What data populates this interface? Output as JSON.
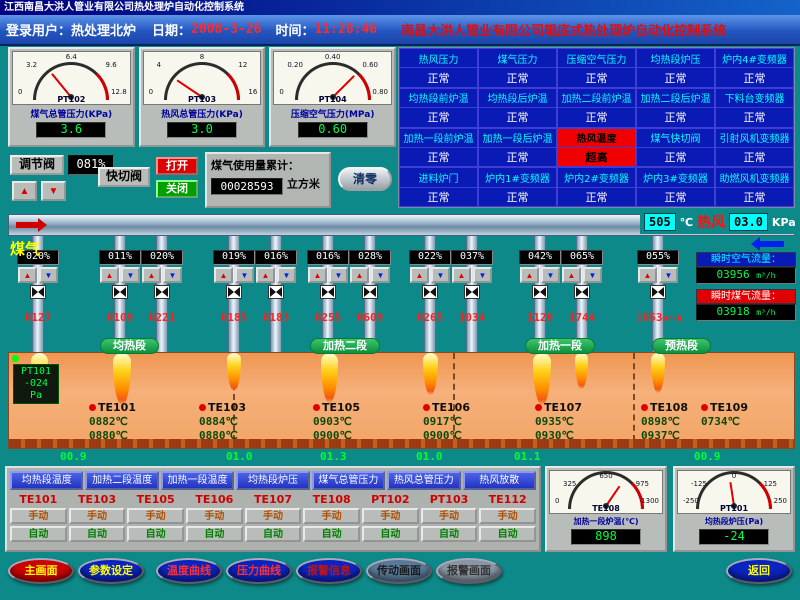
{
  "window": {
    "title": "江西南昌大洪人管业有限公司热处理炉自动化控制系统"
  },
  "header": {
    "login_label": "登录用户：",
    "login_value": "热处理北炉",
    "date_label": "日期：",
    "date_value": "2008-3-26",
    "time_label": "时间：",
    "time_value": "11:28:46",
    "marquee": "南昌大洪人管业有限公司辊底式热处理炉自动化控制系统"
  },
  "icons": {
    "up": "▲",
    "down": "▼"
  },
  "top_gauges": [
    {
      "id": "PT102",
      "label": "煤气总管压力(KPa)",
      "value": "3.6",
      "num": 3.6,
      "min": 0,
      "max": 12.8,
      "ticks": [
        "0",
        "3.2",
        "6.4",
        "9.6",
        "12.8"
      ]
    },
    {
      "id": "PT103",
      "label": "热风总管压力(KPa)",
      "value": "3.0",
      "num": 3.0,
      "min": 0,
      "max": 16,
      "ticks": [
        "0",
        "4",
        "8",
        "12",
        "16"
      ]
    },
    {
      "id": "PT104",
      "label": "压缩空气压力(MPa)",
      "value": "0.60",
      "num": 0.6,
      "min": 0,
      "max": 0.8,
      "ticks": [
        "0",
        "0.20",
        "0.40",
        "0.60",
        "0.80"
      ]
    }
  ],
  "status_cells": [
    {
      "label": "热风压力",
      "value": "正常"
    },
    {
      "label": "煤气压力",
      "value": "正常"
    },
    {
      "label": "压缩空气压力",
      "value": "正常"
    },
    {
      "label": "均热段炉压",
      "value": "正常"
    },
    {
      "label": "炉内4#变频器",
      "value": "正常"
    },
    {
      "label": "均热段前炉温",
      "value": "正常"
    },
    {
      "label": "均热段后炉温",
      "value": "正常"
    },
    {
      "label": "加热二段前炉温",
      "value": "正常"
    },
    {
      "label": "加热二段后炉温",
      "value": "正常"
    },
    {
      "label": "下料台变频器",
      "value": "正常"
    },
    {
      "label": "加热一段前炉温",
      "value": "正常"
    },
    {
      "label": "加热一段后炉温",
      "value": "正常"
    },
    {
      "label": "热风温度",
      "value": "超高",
      "alarm": true
    },
    {
      "label": "煤气快切阀",
      "value": "正常"
    },
    {
      "label": "引射风机变频器",
      "value": "正常"
    },
    {
      "label": "进料炉门",
      "value": "正常"
    },
    {
      "label": "炉内1#变频器",
      "value": "正常"
    },
    {
      "label": "炉内2#变频器",
      "value": "正常"
    },
    {
      "label": "炉内3#变频器",
      "value": "正常"
    },
    {
      "label": "助燃风机变频器",
      "value": "正常"
    }
  ],
  "controls": {
    "regulator_label": "调节阀",
    "regulator_value": "081%",
    "quick_valve_label": "快切阀",
    "open_label": "打开",
    "close_label": "关闭",
    "gas_total_label": "煤气使用量累计：",
    "gas_total_value": "00028593",
    "gas_total_unit": "立方米",
    "reset_label": "清零"
  },
  "hot_air": {
    "temp_value": "505",
    "temp_unit": "℃",
    "label": "热风",
    "pressure_value": "03.0",
    "pressure_unit": "KPa"
  },
  "gas_pipe_label": "煤气",
  "valves": [
    {
      "percent": "020%",
      "flow": "0127"
    },
    {
      "percent": "011%",
      "flow": "0109"
    },
    {
      "percent": "020%",
      "flow": "0221"
    },
    {
      "percent": "019%",
      "flow": "0185"
    },
    {
      "percent": "016%",
      "flow": "0183"
    },
    {
      "percent": "016%",
      "flow": "0255"
    },
    {
      "percent": "028%",
      "flow": "0609"
    },
    {
      "percent": "022%",
      "flow": "0265"
    },
    {
      "percent": "037%",
      "flow": "1034"
    },
    {
      "percent": "042%",
      "flow": "1128"
    },
    {
      "percent": "065%",
      "flow": "1744"
    },
    {
      "percent": "055%",
      "flow": "1653",
      "flow_unit": "m³/h"
    }
  ],
  "sections": [
    {
      "label": "均热段"
    },
    {
      "label": "加热二段"
    },
    {
      "label": "加热一段"
    },
    {
      "label": "预热段"
    }
  ],
  "flow_panel": {
    "air_label": "瞬时空气流量：",
    "air_value": "03956",
    "air_unit": "m³/h",
    "gas_label": "瞬时煤气流量：",
    "gas_value": "03918",
    "gas_unit": "m³/h"
  },
  "furnace": {
    "pt_label": "PT101",
    "pt_value": "-024",
    "pt_unit": "Pa",
    "sensors": [
      {
        "name": "TE101",
        "v1": "0882℃",
        "v2": "0880℃"
      },
      {
        "name": "TE103",
        "v1": "0884℃",
        "v2": "0880℃"
      },
      {
        "name": "TE105",
        "v1": "0903℃",
        "v2": "0900℃"
      },
      {
        "name": "TE106",
        "v1": "0917℃",
        "v2": "0900℃"
      },
      {
        "name": "TE107",
        "v1": "0935℃",
        "v2": "0930℃"
      },
      {
        "name": "TE108",
        "v1": "0898℃",
        "v2": "0937℃"
      },
      {
        "name": "TE109",
        "v1": "0734℃",
        "v2": ""
      }
    ],
    "bottom_values": [
      {
        "v": "00.9"
      },
      {
        "v": "01.0"
      },
      {
        "v": "01.3"
      },
      {
        "v": "01.0"
      },
      {
        "v": "01.1"
      },
      {
        "v": "00.9"
      }
    ]
  },
  "bottom_panel": {
    "zone_buttons": [
      {
        "label": "均热段温度"
      },
      {
        "label": "加热二段温度"
      },
      {
        "label": "加热一段温度"
      },
      {
        "label": "均热段炉压"
      },
      {
        "label": "煤气总管压力"
      },
      {
        "label": "热风总管压力"
      },
      {
        "label": "热风放散"
      }
    ],
    "channels": [
      {
        "name": "TE101"
      },
      {
        "name": "TE103"
      },
      {
        "name": "TE105"
      },
      {
        "name": "TE106"
      },
      {
        "name": "TE107"
      },
      {
        "name": "TE108"
      },
      {
        "name": "PT102"
      },
      {
        "name": "PT103"
      },
      {
        "name": "TE112"
      }
    ],
    "manual_label": "手动",
    "auto_label": "自动"
  },
  "bottom_gauges": [
    {
      "id": "TE108",
      "label": "加热一段炉温(℃)",
      "value": "898",
      "num": 898,
      "min": 0,
      "max": 1300,
      "ticks": [
        "0",
        "325",
        "650",
        "975",
        "1300"
      ]
    },
    {
      "id": "PT101",
      "label": "均热段炉压(Pa)",
      "value": "-24",
      "num": -24,
      "min": -250,
      "max": 250,
      "ticks": [
        "-250",
        "-125",
        "0",
        "125",
        "250"
      ]
    }
  ],
  "nav_buttons": [
    {
      "label": "主画面",
      "bg": "#cc0000",
      "fg": "#ffff00"
    },
    {
      "label": "参数设定",
      "bg": "#0b23c0",
      "fg": "#ffff00"
    },
    {
      "label": "温度曲线",
      "bg": "#0b23c0",
      "fg": "#ff3030"
    },
    {
      "label": "压力曲线",
      "bg": "#0b23c0",
      "fg": "#ff3030"
    },
    {
      "label": "报警信息",
      "bg": "#0b23c0",
      "fg": "#bb1515"
    },
    {
      "label": "传动画面",
      "bg": "#5a7a9a",
      "fg": "#1a1a1a"
    },
    {
      "label": "报警画面",
      "bg": "#8a97a4",
      "fg": "#333333"
    },
    {
      "label": "返回",
      "bg": "#0b23c0",
      "fg": "#ffff00"
    }
  ]
}
